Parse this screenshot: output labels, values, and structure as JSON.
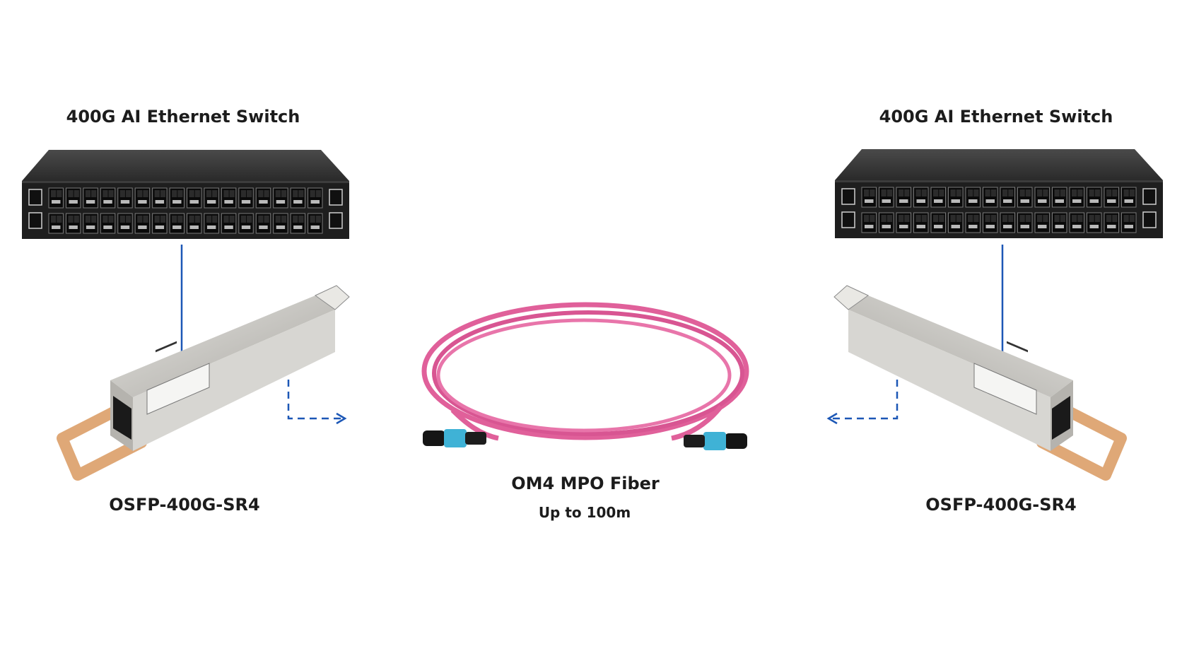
{
  "colors": {
    "background": "#ffffff",
    "connector": "#1c57b6",
    "fiber": "#e0609a",
    "mpo_boot": "#3fb2d6",
    "switch_body": "#1e1e1e",
    "module_metal": "#c9c7c2",
    "pull_tab": "#dfa877"
  },
  "left": {
    "switch_label": "400G AI Ethernet Switch",
    "module_label": "OSFP-400G-SR4",
    "switch_icon": "ethernet-switch-icon",
    "module_icon": "osfp-transceiver-icon"
  },
  "right": {
    "switch_label": "400G AI Ethernet Switch",
    "module_label": "OSFP-400G-SR4",
    "switch_icon": "ethernet-switch-icon",
    "module_icon": "osfp-transceiver-icon"
  },
  "center": {
    "cable_label": "OM4 MPO Fiber",
    "cable_sublabel": "Up to 100m",
    "cable_icon": "mpo-fiber-cable-icon"
  }
}
